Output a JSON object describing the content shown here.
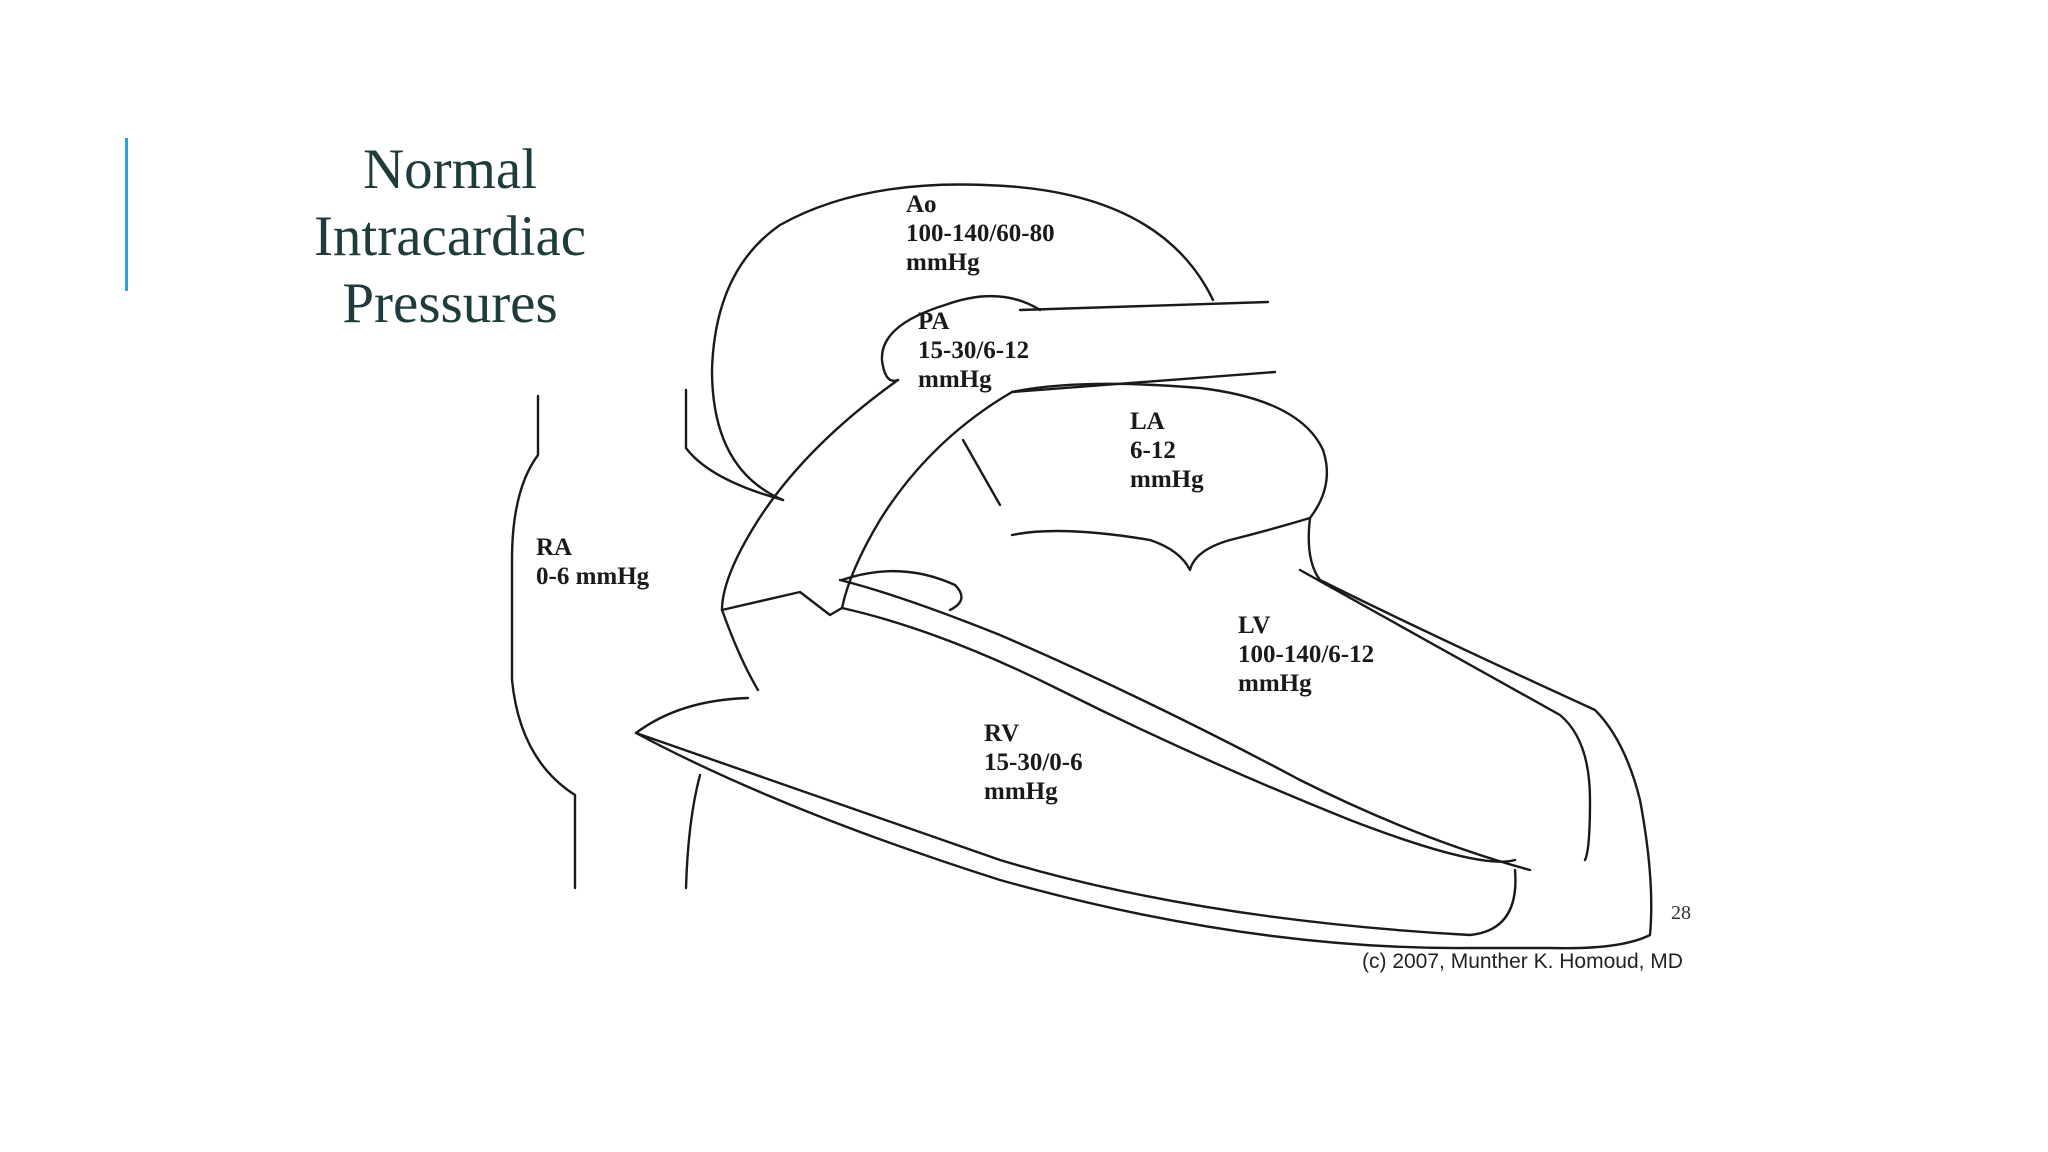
{
  "title": {
    "lines": [
      "Normal",
      "Intracardiac",
      "Pressures"
    ]
  },
  "chambers": {
    "ao": {
      "name": "Ao",
      "value": "100-140/60-80",
      "unit": "mmHg"
    },
    "pa": {
      "name": "PA",
      "value": "15-30/6-12",
      "unit": "mmHg"
    },
    "la": {
      "name": "LA",
      "value": "6-12",
      "unit": "mmHg"
    },
    "ra": {
      "name": "RA",
      "value": "0-6 mmHg"
    },
    "lv": {
      "name": "LV",
      "value": "100-140/6-12",
      "unit": "mmHg"
    },
    "rv": {
      "name": "RV",
      "value": "15-30/0-6",
      "unit": "mmHg"
    }
  },
  "slide_number": "28",
  "copyright": "(c) 2007, Munther K. Homoud, MD",
  "colors": {
    "accent": "#2fa3d6",
    "title": "#1f3b3c",
    "outline": "#1a1a1a"
  }
}
